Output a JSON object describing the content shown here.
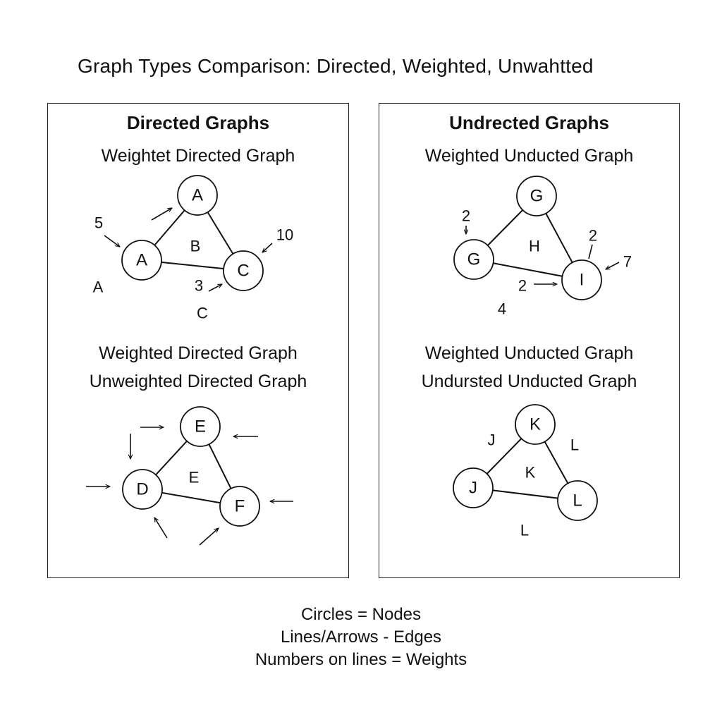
{
  "title": "Graph Types Comparison: Directed, Weighted, Unwahtted",
  "panels": {
    "left": {
      "title": "Directed Graphs",
      "top_subtitle": "Weightet Directed Graph",
      "bottom_subtitle_1": "Weighted Directed Graph",
      "bottom_subtitle_2": "Unweighted Directed Graph",
      "top_graph": {
        "nodes": [
          "A",
          "A",
          "C"
        ],
        "inner_label": "B",
        "loose_labels": [
          "A",
          "C"
        ],
        "weights": [
          "5",
          "10",
          "3"
        ]
      },
      "bottom_graph": {
        "nodes": [
          "E",
          "D",
          "F"
        ],
        "inner_label": "E"
      }
    },
    "right": {
      "title": "Undrected Graphs",
      "top_subtitle": "Weighted Unducted Graph",
      "bottom_subtitle_1": "Weighted Unducted Graph",
      "bottom_subtitle_2": "Undursted Unducted Graph",
      "top_graph": {
        "nodes": [
          "G",
          "G",
          "I"
        ],
        "inner_label": "H",
        "weights": [
          "2",
          "2",
          "7",
          "2",
          "4"
        ]
      },
      "bottom_graph": {
        "nodes": [
          "K",
          "J",
          "L"
        ],
        "inner_label": "K",
        "loose_labels": [
          "J",
          "L",
          "L"
        ]
      }
    }
  },
  "legend": [
    "Circles = Nodes",
    "Lines/Arrows - Edges",
    "Numbers on lines = Weights"
  ]
}
